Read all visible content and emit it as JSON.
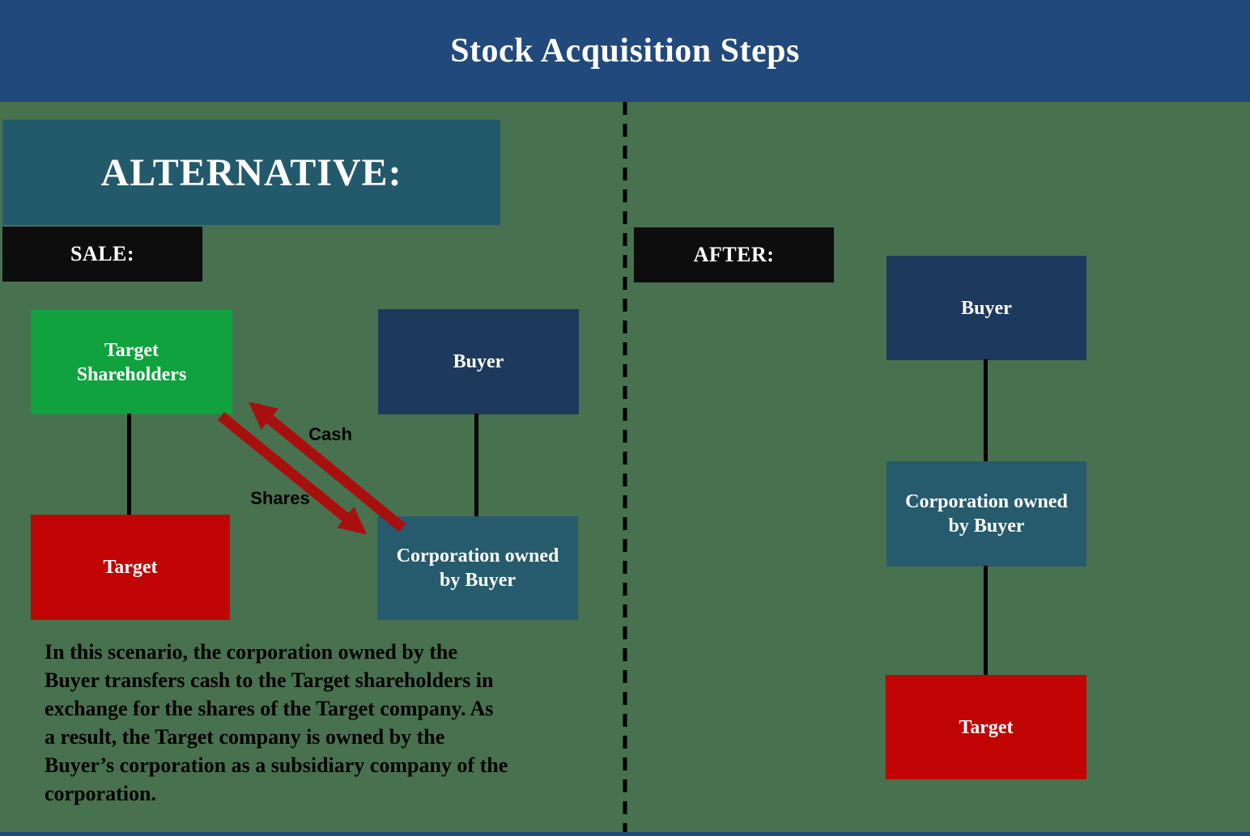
{
  "header": {
    "title": "Stock Acquisition Steps"
  },
  "colors": {
    "header_blue": "#21497B",
    "background_green": "#48714F",
    "banner_teal": "#235A6B",
    "stage_black": "#0D0D0D",
    "node_green": "#0FA23E",
    "node_navy": "#1D3A5D",
    "node_teal": "#265B6D",
    "node_red": "#C10505",
    "arrow_red": "#A81010"
  },
  "left_panel": {
    "banner_label": "ALTERNATIVE:",
    "stage_label": "SALE:",
    "nodes": {
      "target_shareholders": "Target\nShareholders",
      "buyer": "Buyer",
      "target": "Target",
      "corporation": "Corporation owned\nby Buyer"
    },
    "arrow_labels": {
      "cash": "Cash",
      "shares": "Shares"
    },
    "description": "In this scenario, the corporation owned by the\nBuyer transfers cash to the Target shareholders in\nexchange for the shares of the Target company. As\na result, the Target company is owned by the\nBuyer’s corporation as a subsidiary company of the\ncorporation."
  },
  "right_panel": {
    "stage_label": "AFTER:",
    "nodes": {
      "buyer": "Buyer",
      "corporation": "Corporation owned\nby Buyer",
      "target": "Target"
    }
  }
}
